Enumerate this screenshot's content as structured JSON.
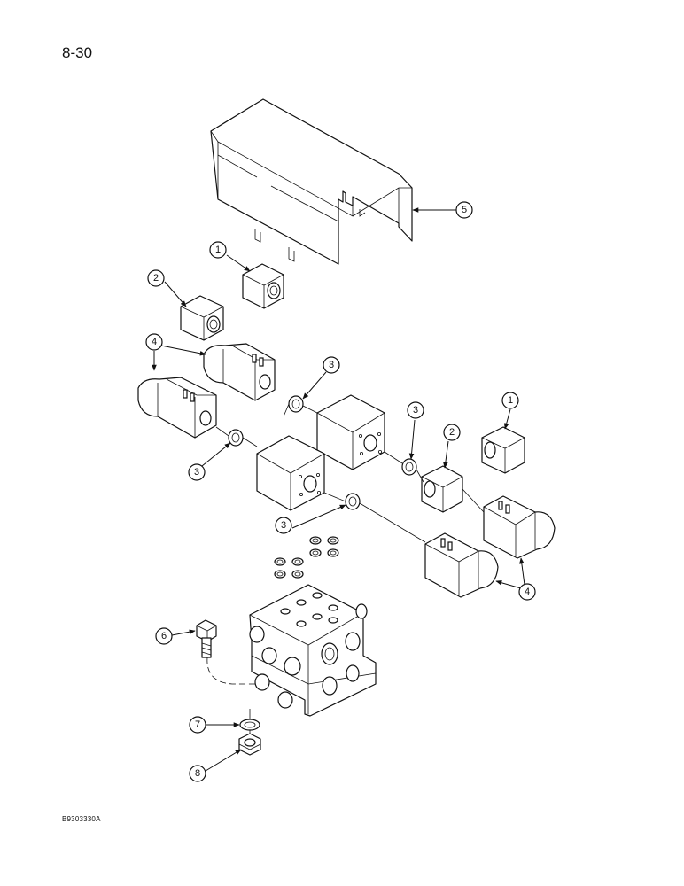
{
  "page": {
    "number": "8-30",
    "figure_id": "B9303330A"
  },
  "callouts": [
    {
      "label": "1"
    },
    {
      "label": "2"
    },
    {
      "label": "3"
    },
    {
      "label": "4"
    },
    {
      "label": "5"
    },
    {
      "label": "6"
    },
    {
      "label": "7"
    },
    {
      "label": "8"
    }
  ]
}
